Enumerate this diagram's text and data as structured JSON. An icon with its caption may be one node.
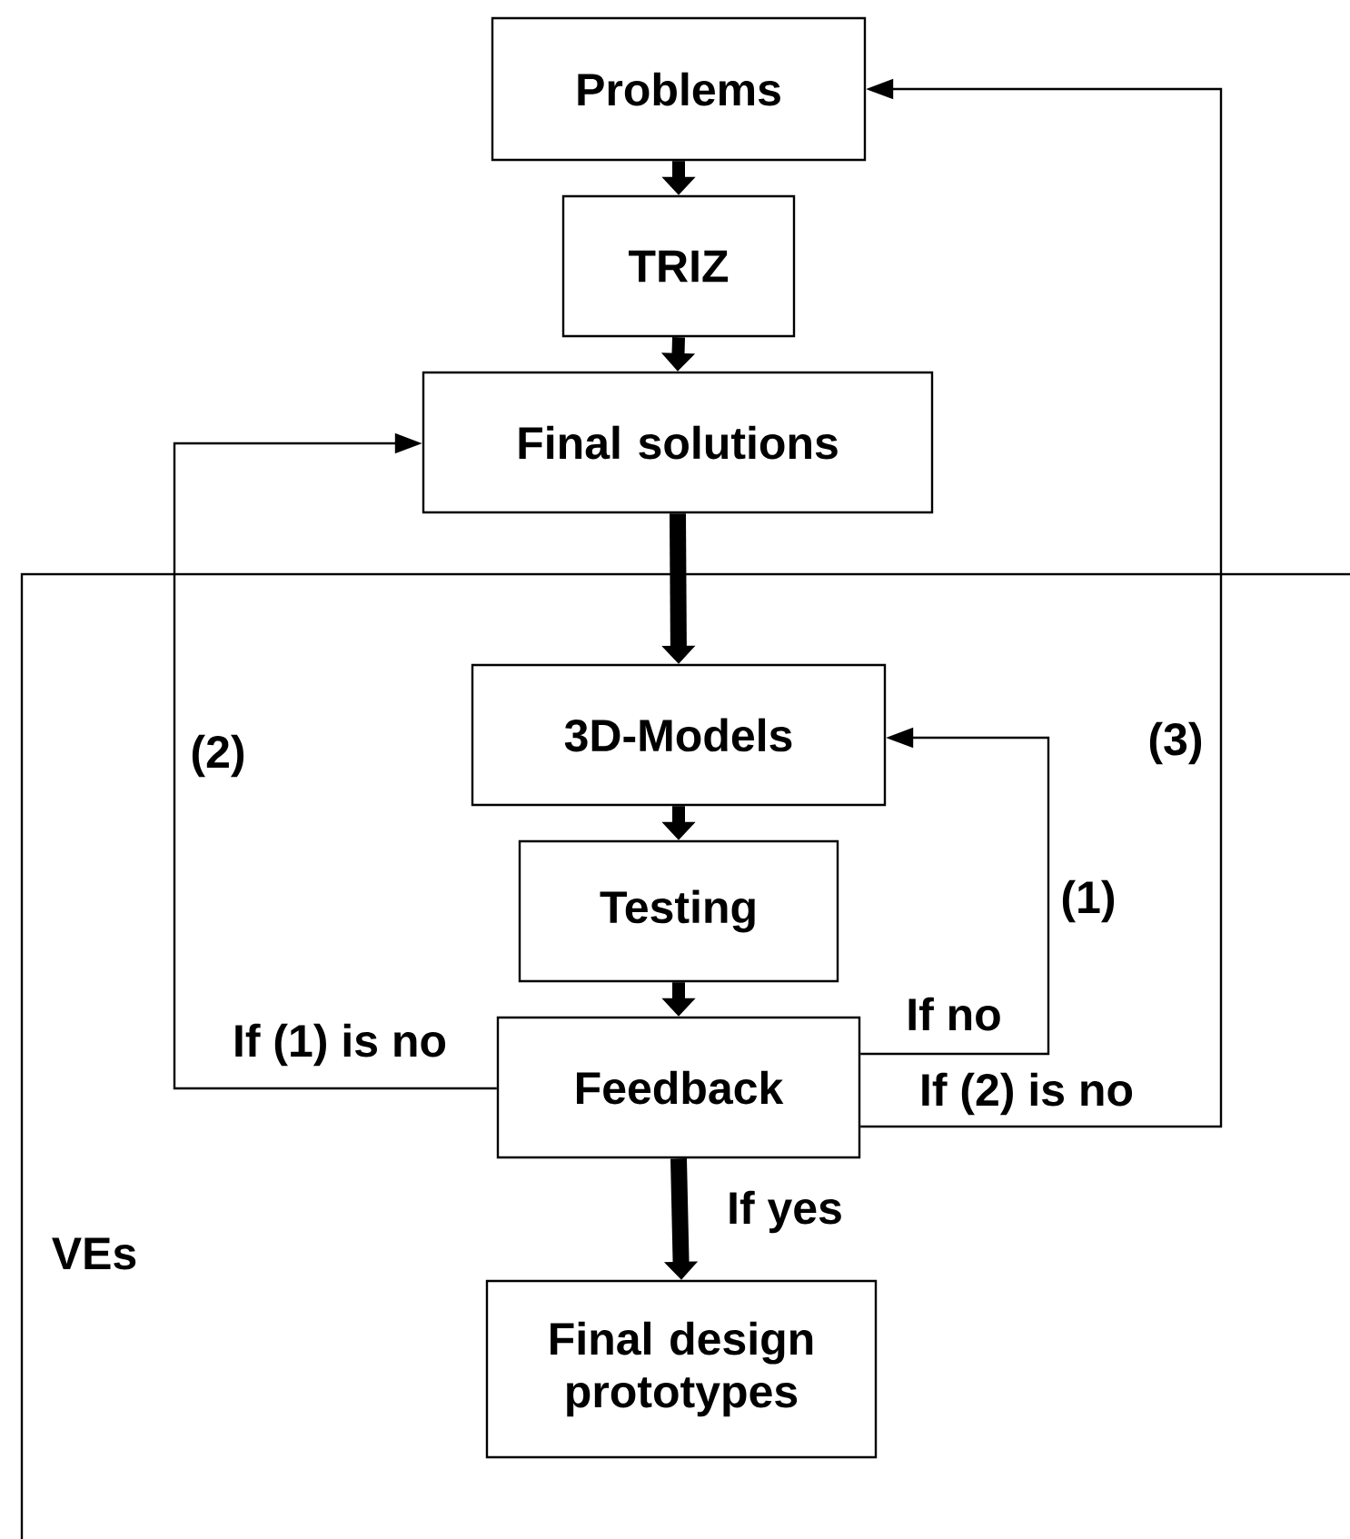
{
  "diagram": {
    "nodes": [
      {
        "text": [
          "Problems"
        ]
      },
      {
        "text": [
          "TRIZ"
        ]
      },
      {
        "text": [
          "Final solutions"
        ]
      },
      {
        "text": [
          "3D-Models"
        ]
      },
      {
        "text": [
          "Testing"
        ]
      },
      {
        "text": [
          "Feedback"
        ]
      },
      {
        "text": [
          "Final design prototypes"
        ]
      }
    ],
    "edges": [
      {
        "from": 0,
        "to": 1,
        "arrow": "to"
      },
      {
        "from": 1,
        "to": 2,
        "arrow": "to"
      },
      {
        "from": 2,
        "to": 3,
        "arrow": "to"
      },
      {
        "from": 3,
        "to": 4,
        "arrow": "to"
      },
      {
        "from": 4,
        "to": 5,
        "arrow": "to"
      },
      {
        "from": 5,
        "to": 6,
        "arrow": "to",
        "label": "If yes"
      },
      {
        "from": 5,
        "to": 3,
        "arrow": "to",
        "label": "If no"
      },
      {
        "from": 5,
        "to": 2,
        "arrow": "to",
        "label": "If (1) is no"
      },
      {
        "from": 5,
        "to": 0,
        "arrow": "to",
        "label": "If (2) is no"
      }
    ],
    "labels": [
      "(2)",
      "(3)",
      "(1)",
      "VEs"
    ]
  }
}
